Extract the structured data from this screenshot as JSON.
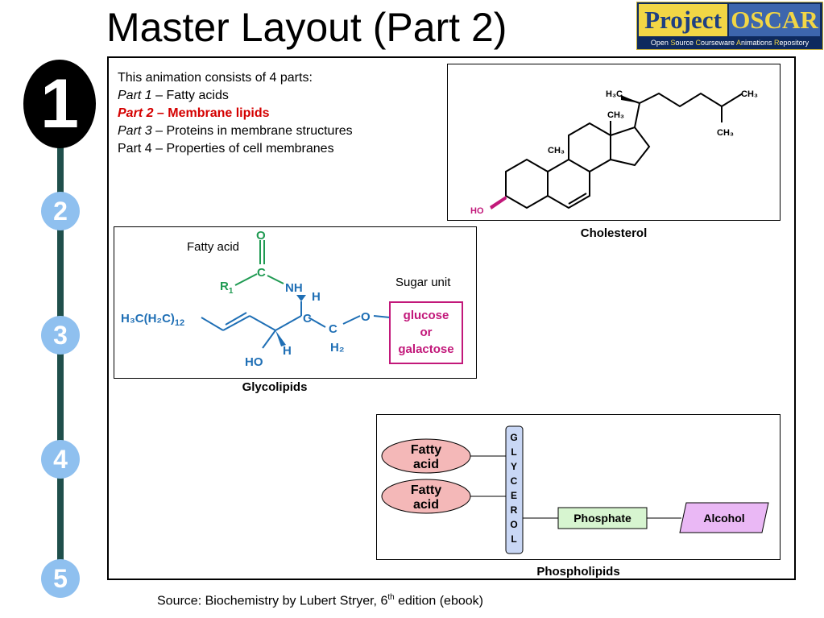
{
  "title": "Master Layout (Part 2)",
  "logo": {
    "word1": "Project",
    "word2": "OSCAR",
    "sub_pre": "Open ",
    "sub_S": "S",
    "sub_mid1": "ource ",
    "sub_C": "C",
    "sub_mid2": "ourseware ",
    "sub_A": "A",
    "sub_mid3": "nimations ",
    "sub_R": "R",
    "sub_end": "epository"
  },
  "nav": {
    "current": "1",
    "steps": [
      "2",
      "3",
      "4",
      "5"
    ]
  },
  "intro": {
    "line0": "This animation consists of  4 parts:",
    "p1_label": "Part 1",
    "p1_text": " – Fatty acids",
    "p2_label": "Part 2",
    "p2_text": " – Membrane lipids",
    "p3_label": "Part 3",
    "p3_text": " – Proteins in membrane structures",
    "p4_text": "Part 4 – Properties of cell membranes"
  },
  "cholesterol": {
    "caption": "Cholesterol",
    "h3c": "H₃C",
    "ch3_top": "CH₃",
    "ch3_right": "CH₃",
    "ch3_a": "CH₃",
    "ch3_b": "CH₃",
    "ho": "HO"
  },
  "glycolipid": {
    "caption": "Glycolipids",
    "fatty_acid_label": "Fatty acid",
    "sugar_unit_label": "Sugar unit",
    "chain": "H₃C(H₂C)",
    "chain_sub": "12",
    "o_top": "O",
    "c_top": "C",
    "r1": "R",
    "r1_sub": "1",
    "nh": "NH",
    "h1": "H",
    "c_mid": "C",
    "h2": "H",
    "ho": "HO",
    "c_right": "C",
    "h2_right": "H₂",
    "o_right": "O",
    "sugar_lines": [
      "glucose",
      "or",
      "galactose"
    ]
  },
  "phospholipid": {
    "caption": "Phospholipids",
    "fatty_acid_1": [
      "Fatty",
      "acid"
    ],
    "fatty_acid_2": [
      "Fatty",
      "acid"
    ],
    "glycerol_letters": [
      "G",
      "L",
      "Y",
      "C",
      "E",
      "R",
      "O",
      "L"
    ],
    "phosphate": "Phosphate",
    "alcohol": "Alcohol"
  },
  "source": {
    "pre": "Source: Biochemistry by Lubert Stryer, 6",
    "sup": "th",
    "post": " edition (ebook)"
  },
  "colors": {
    "navy": "#0e2a5e",
    "nav_line": "#1f4f4b",
    "nav_dot": "#8fc0ef",
    "red": "#d40000",
    "blue_chem": "#1f6fb5",
    "green_chem": "#1f9a52",
    "magenta": "#c2187a",
    "fatty_fill": "#f4b8b8",
    "glycerol_fill": "#c9d7f5",
    "phosphate_fill": "#d7f5d0",
    "alcohol_fill": "#eab8f5"
  }
}
